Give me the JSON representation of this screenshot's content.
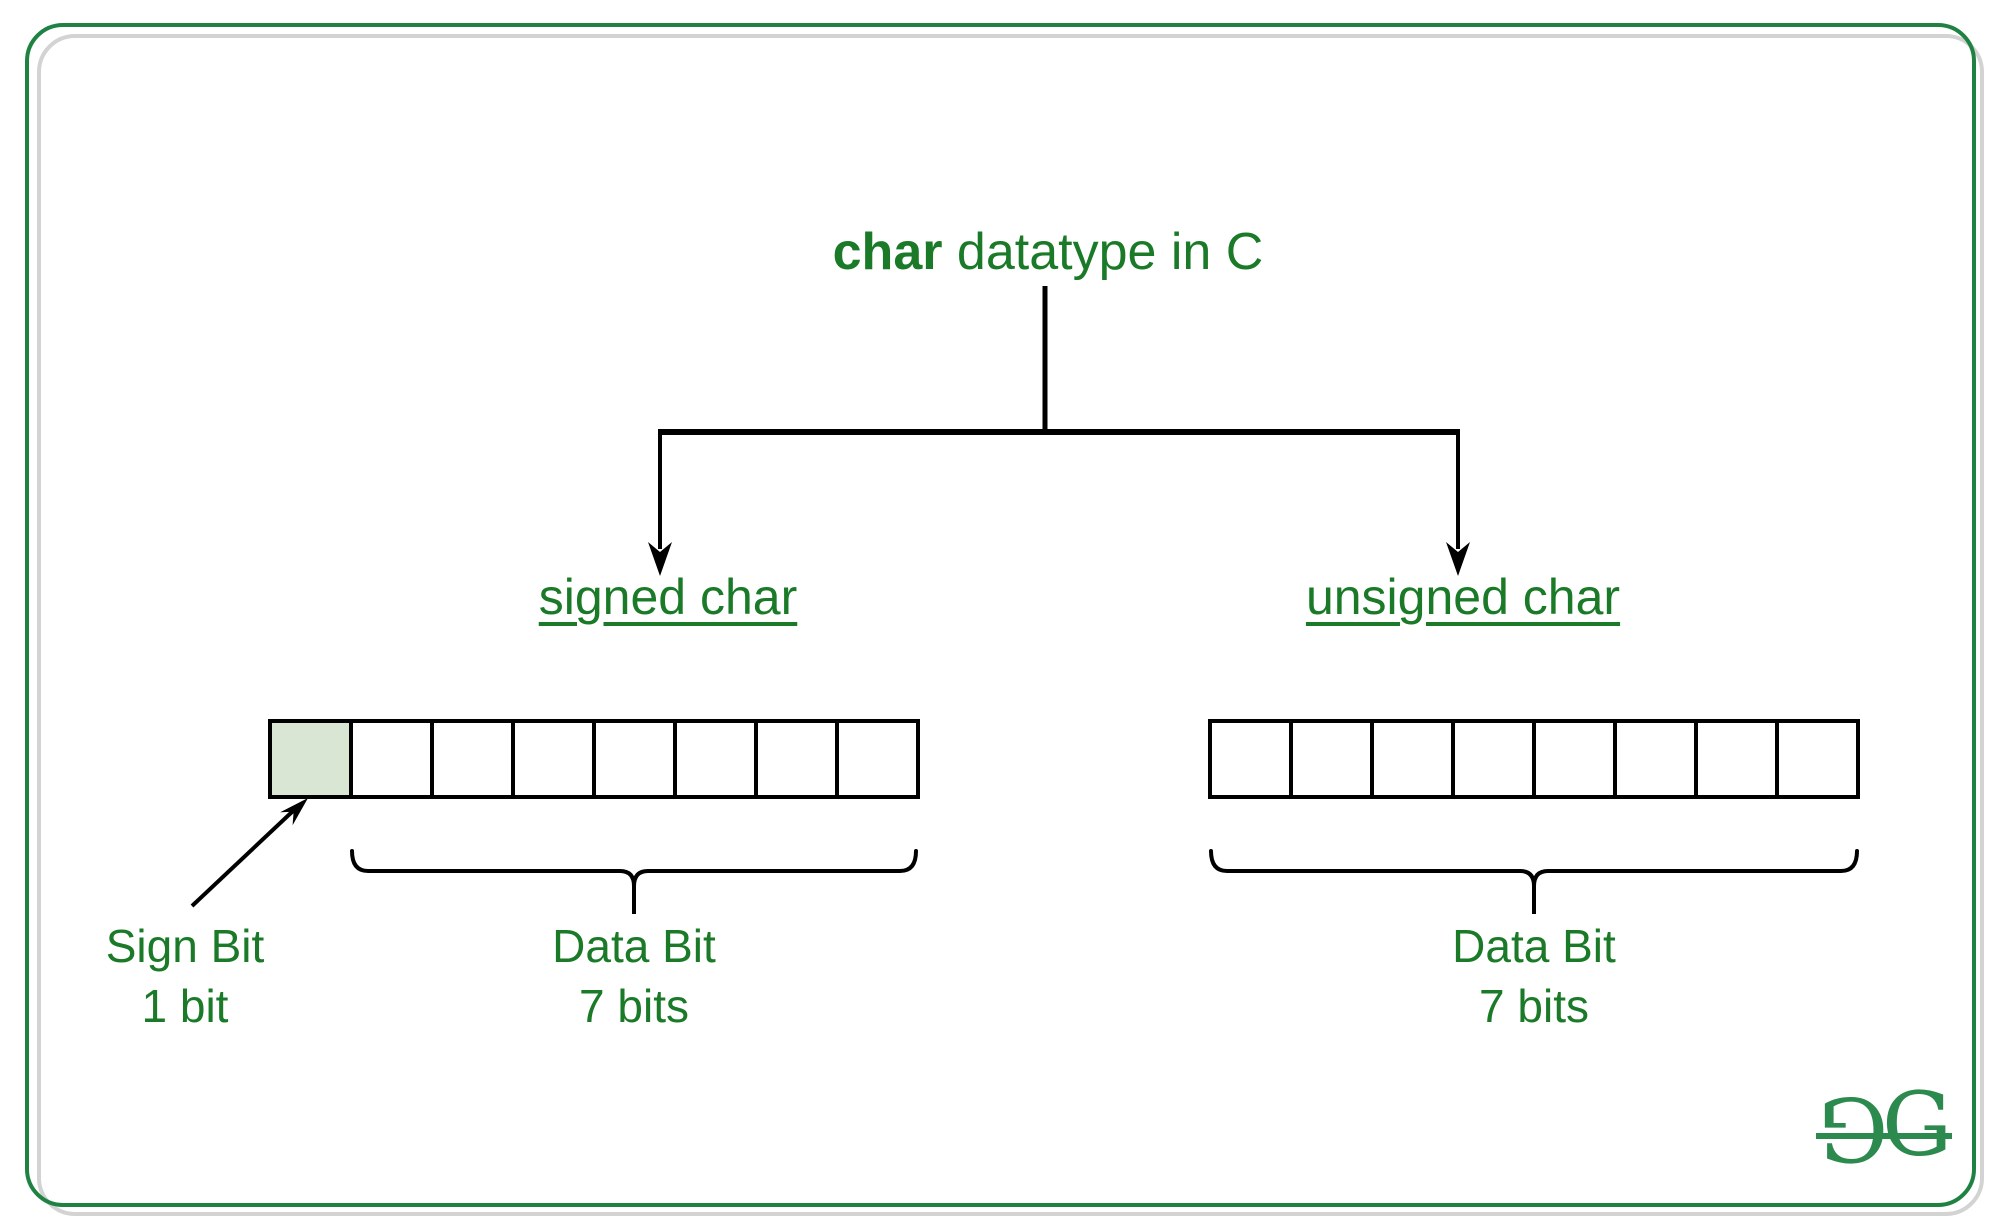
{
  "title": {
    "keyword": "char",
    "rest": " datatype in C"
  },
  "branches": {
    "left": {
      "label": "signed char"
    },
    "right": {
      "label": "unsigned char"
    }
  },
  "signed_register": {
    "bit_count": 8,
    "sign_bits": 1,
    "data_bits": 7,
    "cells": [
      "sign",
      "data",
      "data",
      "data",
      "data",
      "data",
      "data",
      "data"
    ]
  },
  "unsigned_register": {
    "bit_count": 8,
    "data_bits": 8,
    "cells": [
      "data",
      "data",
      "data",
      "data",
      "data",
      "data",
      "data",
      "data"
    ]
  },
  "annotations": {
    "sign_bit": {
      "line1": "Sign Bit",
      "line2": "1 bit"
    },
    "signed_data": {
      "line1": "Data Bit",
      "line2": "7 bits"
    },
    "unsigned_data": {
      "line1": "Data Bit",
      "line2": "7 bits"
    }
  },
  "logo": {
    "glyph": "G",
    "name": "GeeksforGeeks"
  },
  "colors": {
    "text_green": "#1a7a28",
    "frame_green": "#1f8243",
    "frame_shadow_gray": "#d3d3d3",
    "logo_green": "#2d8a4e",
    "sign_cell_fill": "#d8e6d3",
    "line_black": "#000000"
  }
}
